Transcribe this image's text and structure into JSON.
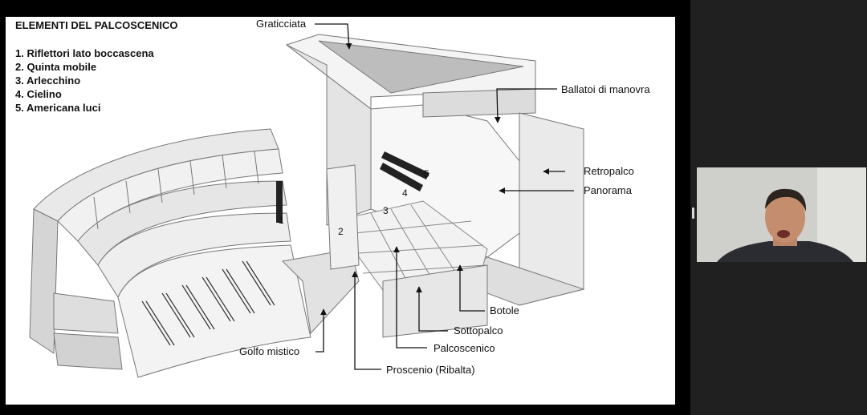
{
  "slide": {
    "title": "ELEMENTI DEL PALCOSCENICO",
    "legend": [
      "1. Riflettori lato boccascena",
      "2. Quinta mobile",
      "3. Arlecchino",
      "4. Cielino",
      "5. Americana luci"
    ],
    "callouts": {
      "graticciata": "Graticciata",
      "ballatoi": "Ballatoi di manovra",
      "retropalco": "Retropalco",
      "panorama": "Panorama",
      "botole": "Botole",
      "sottopalco": "Sottopalco",
      "palcoscenico": "Palcoscenico",
      "proscenio": "Proscenio (Ribalta)",
      "golfo": "Golfo mistico"
    },
    "numbers": [
      "1",
      "2",
      "3",
      "4",
      "5"
    ]
  },
  "colors": {
    "background": "#000000",
    "slide": "#ffffff",
    "right_panel": "#202020"
  }
}
